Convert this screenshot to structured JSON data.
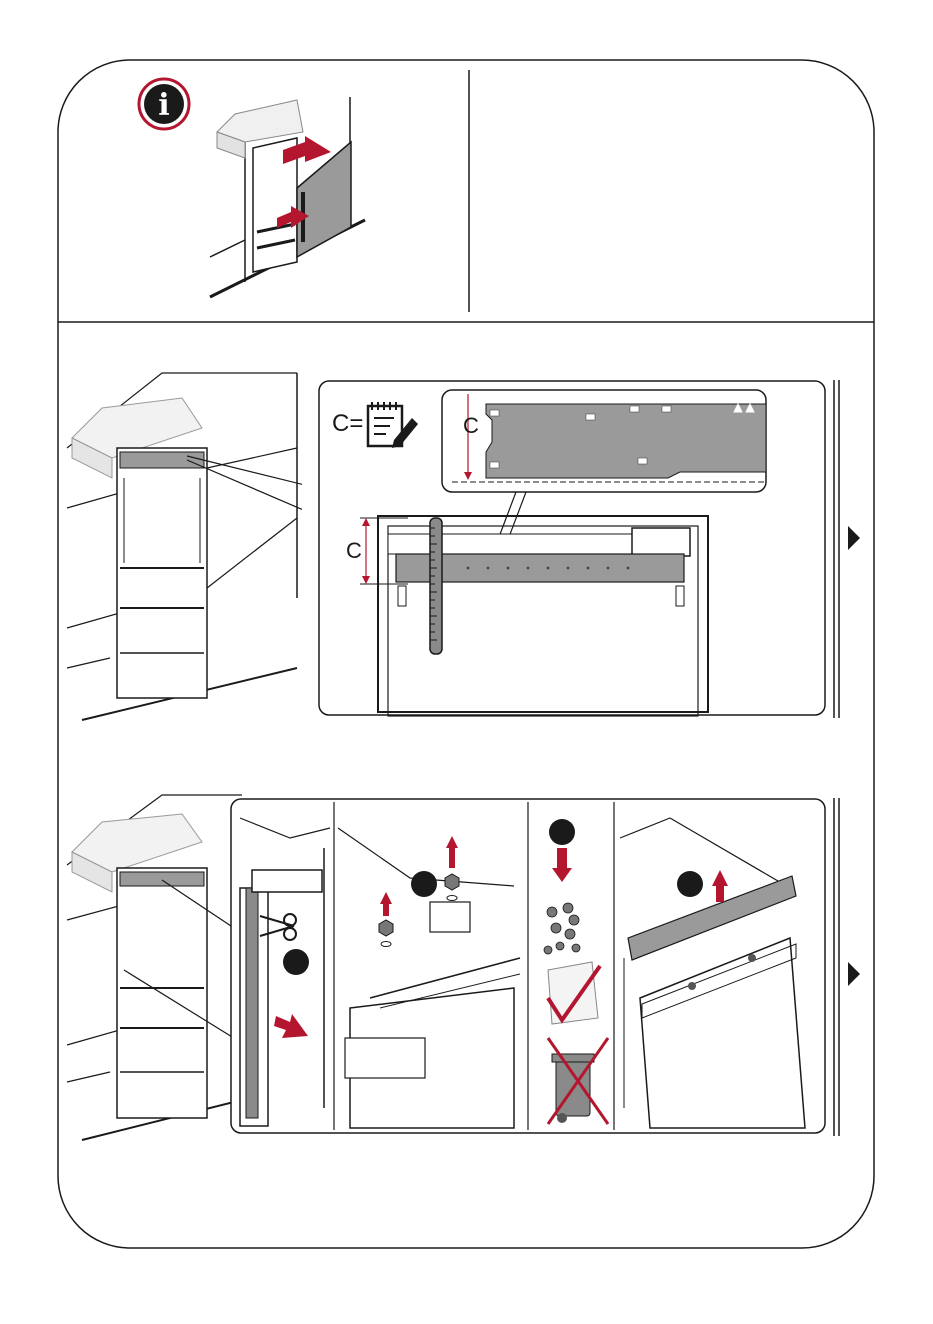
{
  "page": {
    "background": "#ffffff",
    "outline_color": "#1a1a1a",
    "accent_color": "#b5162f",
    "panel_gray": "#9a9a9a"
  },
  "info_icon": {
    "glyph": "i",
    "icon": "info-icon"
  },
  "measure": {
    "label_c_equals": "C=",
    "label_c_detail": "C",
    "label_c_front": "C",
    "icons": [
      "notepad-pencil-icon",
      "ruler-icon",
      "warning-triangle-icon"
    ]
  },
  "nav": {
    "next_icon": "play-right-icon"
  },
  "steps": {
    "icons": [
      "scissors-icon",
      "arrow-up-icon",
      "arrow-down-icon",
      "nut-icon",
      "washer-icon",
      "bag-icon",
      "checkmark-icon",
      "trash-bin-icon",
      "cross-icon"
    ]
  }
}
